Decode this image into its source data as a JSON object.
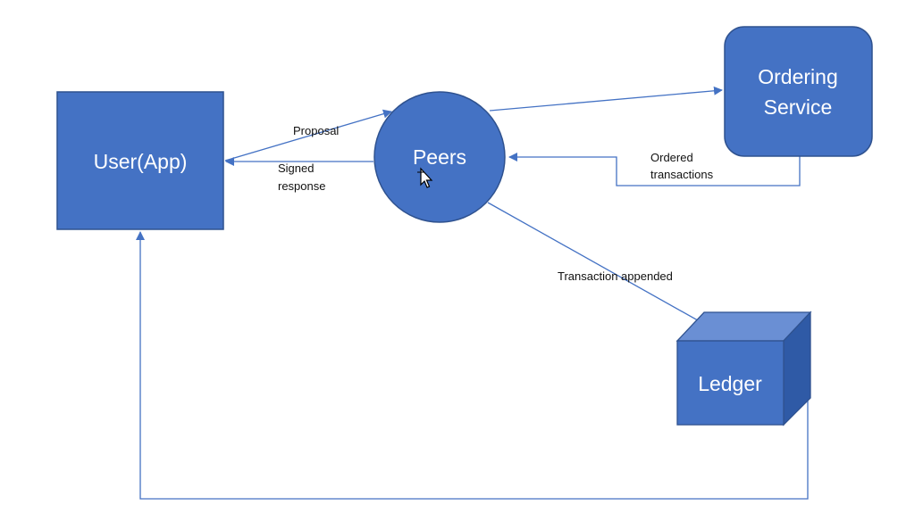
{
  "nodes": {
    "user_app": {
      "label": "User(App)"
    },
    "peers": {
      "label": "Peers"
    },
    "ordering_service": {
      "label_lines": [
        "Ordering",
        "Service"
      ]
    },
    "ledger": {
      "label": "Ledger"
    }
  },
  "edges": {
    "proposal": {
      "label": "Proposal"
    },
    "signed_response": {
      "label_lines": [
        "Signed",
        "response"
      ]
    },
    "ordered_transactions": {
      "label_lines": [
        "Ordered",
        "transactions"
      ]
    },
    "transaction_appended": {
      "label": "Transaction appended"
    }
  },
  "colors": {
    "node_fill": "#4472c4",
    "node_stroke": "#2f528f",
    "edge": "#4472c4",
    "ledger_top": "#6a8fd4",
    "ledger_side": "#2f5aa6"
  }
}
